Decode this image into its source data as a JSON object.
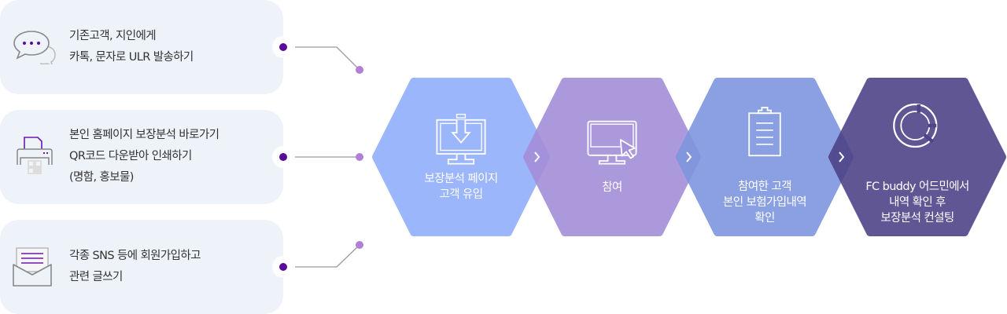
{
  "channels": [
    {
      "icon": "chat-bubble-icon",
      "lines": [
        "기존고객, 지인에게",
        "카톡, 문자로 ULR 발송하기"
      ]
    },
    {
      "icon": "printer-qr-icon",
      "lines": [
        "본인 홈페이지 보장분석 바로가기",
        "QR코드 다운받아 인쇄하기",
        "(명함, 홍보물)"
      ]
    },
    {
      "icon": "envelope-icon",
      "lines": [
        "각종 SNS 등에 회원가입하고",
        "관련 글쓰기"
      ]
    }
  ],
  "steps": [
    {
      "icon": "monitor-download-icon",
      "color": "#9bb6fb",
      "lines": [
        "보장분석 페이지",
        "고객 유입"
      ]
    },
    {
      "icon": "monitor-cursor-icon",
      "color": "#a48fd8",
      "lines": [
        "참여"
      ]
    },
    {
      "icon": "clipboard-icon",
      "color": "#7e96df",
      "lines": [
        "참여한 고객",
        "본인 보험가입내역",
        "확인"
      ]
    },
    {
      "icon": "pie-chart-icon",
      "color": "#4e4488",
      "lines": [
        "FC buddy 어드민에서",
        "내역 확인 후",
        "보장분석 컨설팅"
      ]
    }
  ],
  "colors": {
    "card_bg": "#eef2f9",
    "dot_dark": "#5a0b98",
    "dot_light": "#b07fd6",
    "line": "#9a9a9a"
  }
}
